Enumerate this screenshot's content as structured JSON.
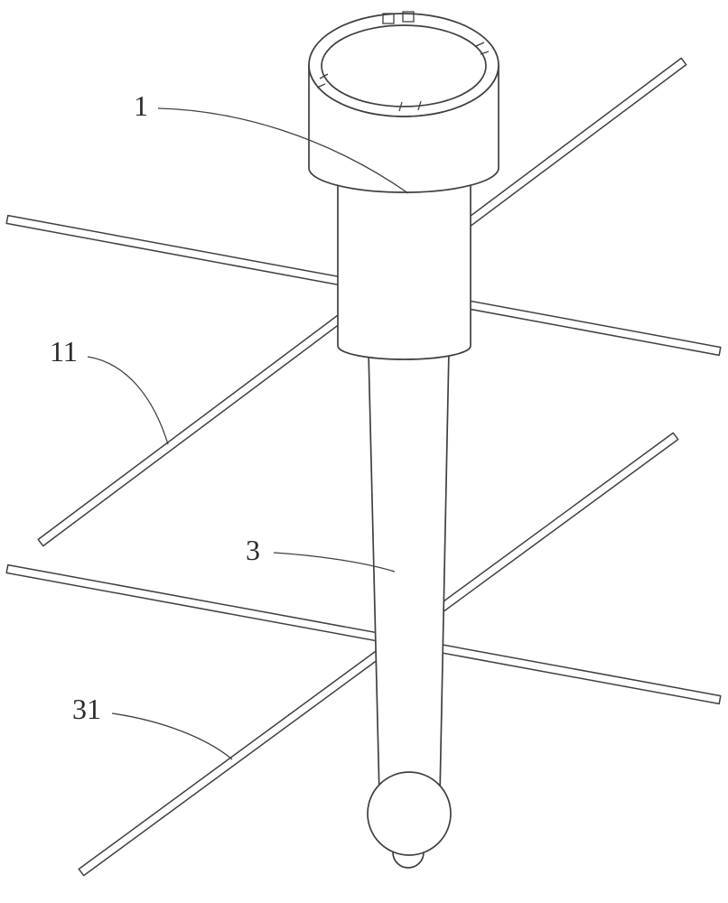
{
  "figure": {
    "title": "patent-style line drawing of a vertical pole with top socket cap, tapered shaft, ball end and crossing rods",
    "background_color": "#ffffff",
    "line_color": "#404040",
    "label_color": "#2b2b2b",
    "labels": [
      {
        "ref": "1",
        "part": "top socket cap"
      },
      {
        "ref": "11",
        "part": "upper crossing rod"
      },
      {
        "ref": "3",
        "part": "tapered shaft"
      },
      {
        "ref": "31",
        "part": "lower crossing rod"
      }
    ]
  }
}
